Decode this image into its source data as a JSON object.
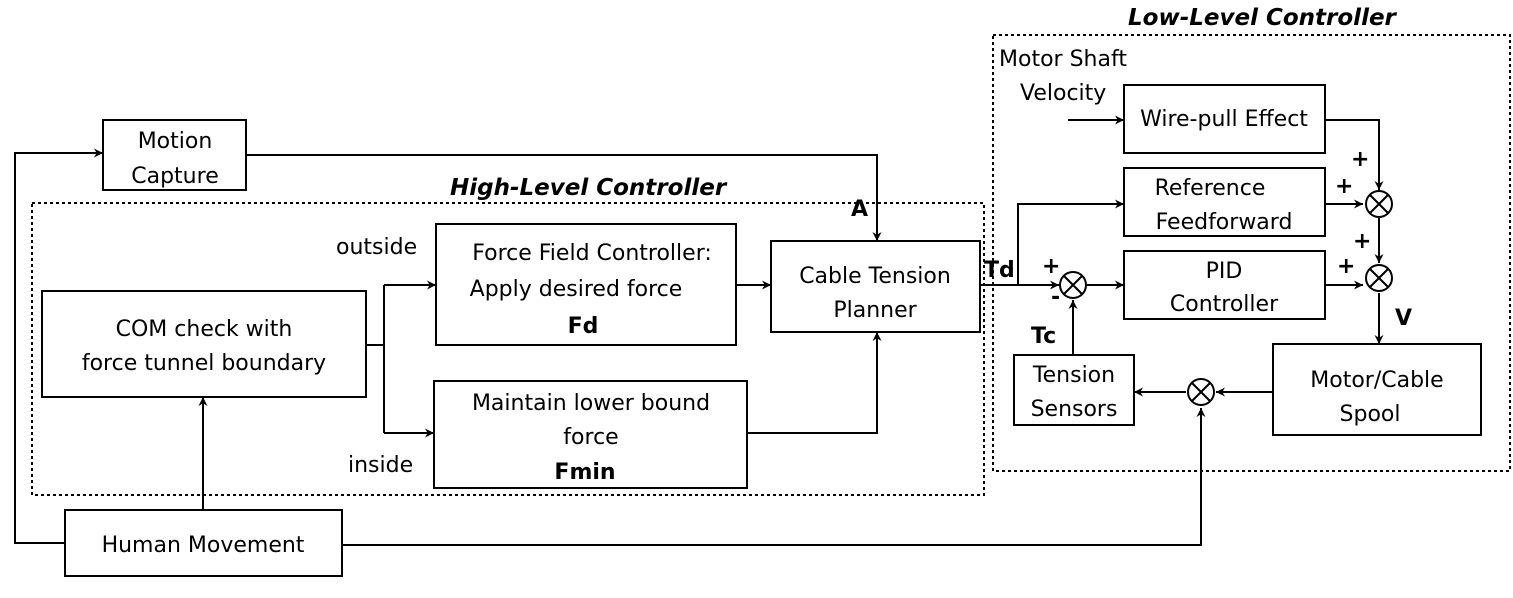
{
  "regions": {
    "high_level_title": "High-Level Controller",
    "low_level_title": "Low-Level Controller"
  },
  "blocks": {
    "motion_capture": [
      "Motion",
      "Capture"
    ],
    "com_check": [
      "COM check with",
      "force tunnel boundary"
    ],
    "force_field": [
      "Force Field Controller:",
      "Apply desired force"
    ],
    "force_field_var": "Fd",
    "lower_bound": [
      "Maintain lower bound",
      "force"
    ],
    "lower_bound_var": "Fmin",
    "cable_tension": [
      "Cable Tension",
      "Planner"
    ],
    "human_movement": "Human Movement",
    "wire_pull": "Wire-pull Effect",
    "reference_ff": [
      "Reference",
      "Feedforward"
    ],
    "pid": [
      "PID",
      "Controller"
    ],
    "motor_spool": [
      "Motor/Cable",
      "Spool"
    ],
    "tension_sensors": [
      "Tension",
      "Sensors"
    ]
  },
  "labels": {
    "outside": "outside",
    "inside": "inside",
    "A": "A",
    "Td": "Td",
    "Tc": "Tc",
    "V": "V",
    "motor_shaft_velocity": [
      "Motor Shaft",
      "Velocity"
    ],
    "plus": "+",
    "minus": "-"
  }
}
